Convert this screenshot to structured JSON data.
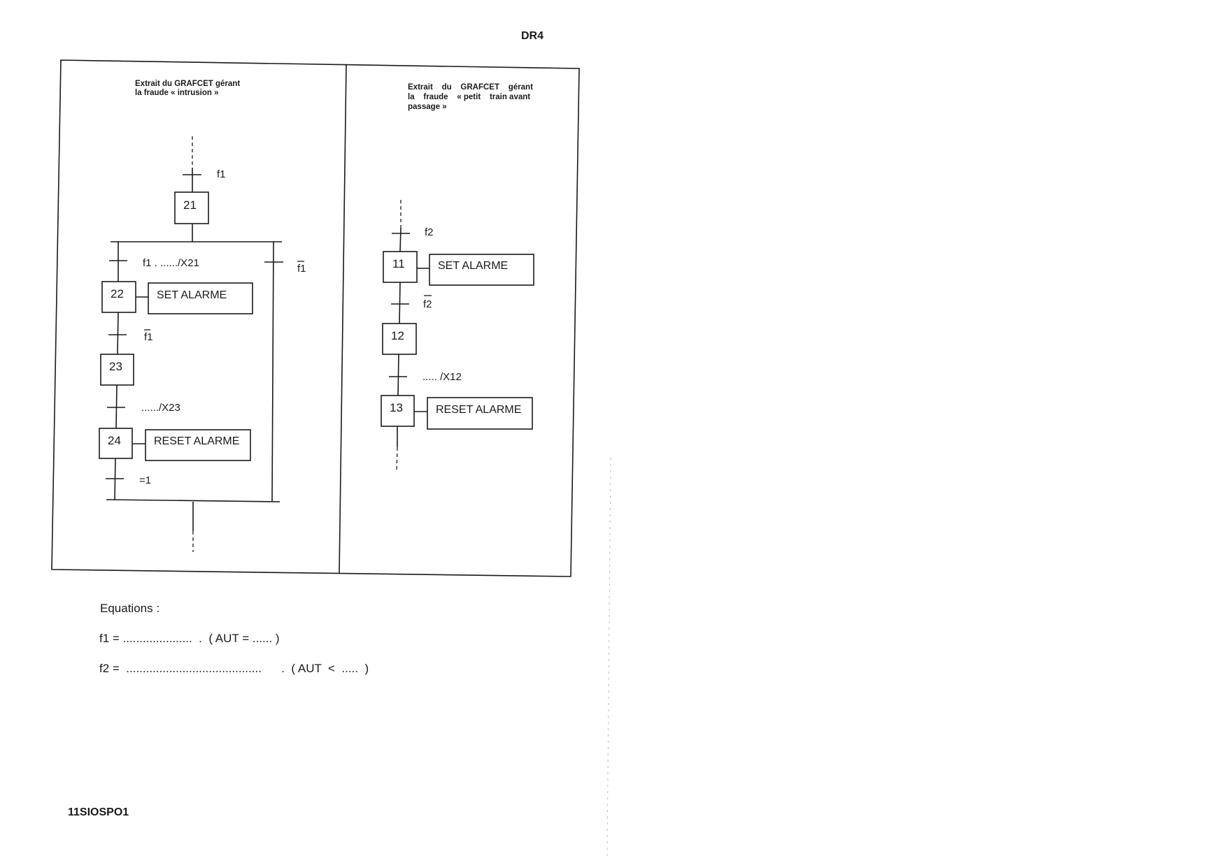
{
  "header": {
    "doc_ref": "DR4"
  },
  "left_grafcet": {
    "title_lines": [
      "Extrait du GRAFCET gérant",
      "la fraude « intrusion »"
    ],
    "entry_transition": {
      "label": "f1"
    },
    "steps": [
      "21",
      "22",
      "23",
      "24"
    ],
    "actions": {
      "s22": "SET ALARME",
      "s24": "RESET ALARME"
    },
    "transitions": {
      "t21_22": "f1 .  ....../X21",
      "t21_out": "f1",
      "t22_23": "f1",
      "t23_24": "....../X23",
      "t24_out": "=1"
    }
  },
  "right_grafcet": {
    "title_lines": [
      "Extrait    du    GRAFCET    gérant",
      "la    fraude    « petit    train avant",
      "passage »"
    ],
    "entry_transition": {
      "label": "f2"
    },
    "steps": [
      "11",
      "12",
      "13"
    ],
    "actions": {
      "s11": "SET ALARME",
      "s13": "RESET ALARME"
    },
    "transitions": {
      "t11_12": "f2",
      "t12_13": "..... /X12"
    }
  },
  "equations": {
    "heading": "Equations :",
    "f1": "f1 = .....................  .  ( AUT = ...... )",
    "f2": "f2 =  .........................................      .  ( AUT  <  .....  )"
  },
  "footer": {
    "code": "11SIOSPO1"
  }
}
